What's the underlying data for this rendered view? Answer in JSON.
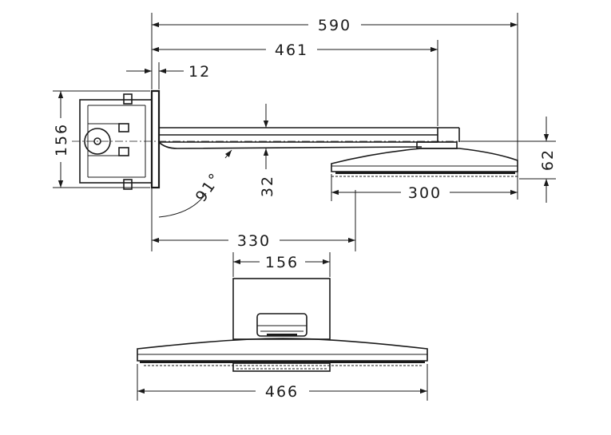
{
  "dimensions": {
    "overall_length": "590",
    "arm_length": "461",
    "plate_thickness": "12",
    "wall_plate_height": "156",
    "arm_thickness": "32",
    "head_height": "62",
    "head_depth": "300",
    "head_center_offset": "330",
    "connector_width": "156",
    "head_width": "466",
    "angle": "91°"
  }
}
